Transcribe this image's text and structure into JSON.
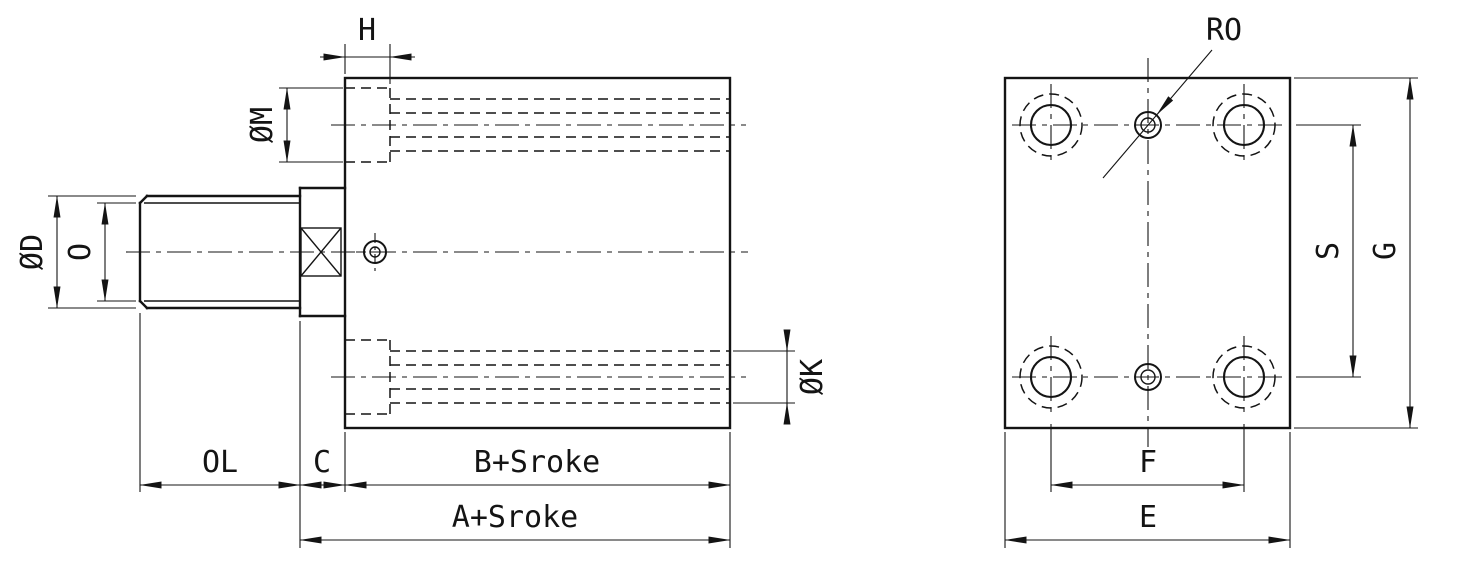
{
  "side_view": {
    "dim_h": "H",
    "dim_phi_m": "ØM",
    "dim_phi_d": "ØD",
    "dim_o": "O",
    "dim_phi_k": "ØK",
    "dim_ol": "OL",
    "dim_c": "C",
    "dim_b_stroke": "B+Sroke",
    "dim_a_stroke": "A+Sroke"
  },
  "end_view": {
    "dim_ro": "RO",
    "dim_s": "S",
    "dim_g": "G",
    "dim_f": "F",
    "dim_e": "E"
  }
}
